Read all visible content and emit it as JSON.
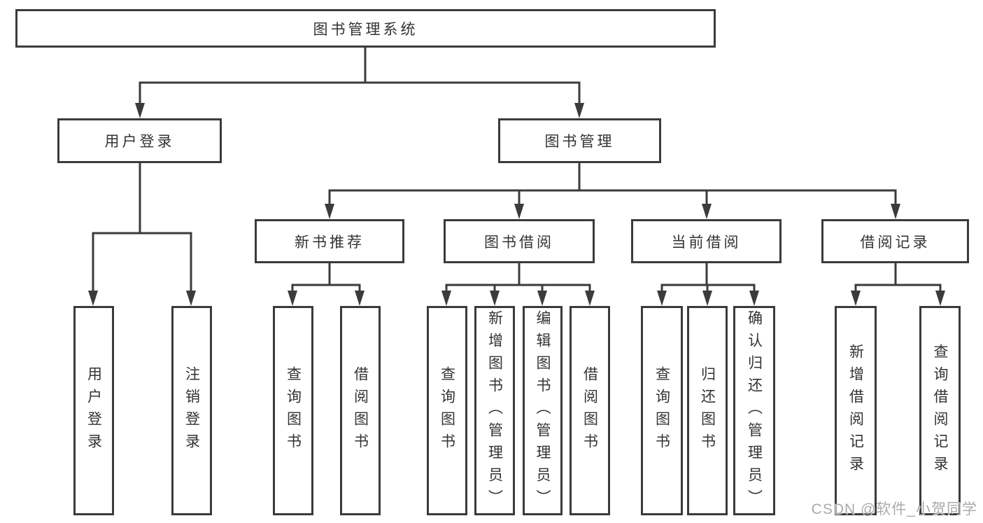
{
  "diagram": {
    "root": {
      "label": "图书管理系统"
    },
    "level2": [
      {
        "label": "用户登录"
      },
      {
        "label": "图书管理"
      }
    ],
    "level3": [
      {
        "label": "新书推荐"
      },
      {
        "label": "图书借阅"
      },
      {
        "label": "当前借阅"
      },
      {
        "label": "借阅记录"
      }
    ],
    "leaves": {
      "user_login": [
        {
          "label": "用户登录"
        },
        {
          "label": "注销登录"
        }
      ],
      "new_books": [
        {
          "label": "查询图书"
        },
        {
          "label": "借阅图书"
        }
      ],
      "book_borrow": [
        {
          "label": "查询图书"
        },
        {
          "label": "新增图书（管理员）"
        },
        {
          "label": "编辑图书（管理员）"
        },
        {
          "label": "借阅图书"
        }
      ],
      "current_borrow": [
        {
          "label": "查询图书"
        },
        {
          "label": "归还图书"
        },
        {
          "label": "确认归还（管理员）"
        }
      ],
      "borrow_records": [
        {
          "label": "新增借阅记录"
        },
        {
          "label": "查询借阅记录"
        }
      ]
    },
    "colors": {
      "line": "#3b3b3b",
      "text": "#333333",
      "background": "#ffffff",
      "watermark": "#aaaaaa"
    }
  },
  "watermark": {
    "text": "CSDN @软件_小贺同学"
  }
}
